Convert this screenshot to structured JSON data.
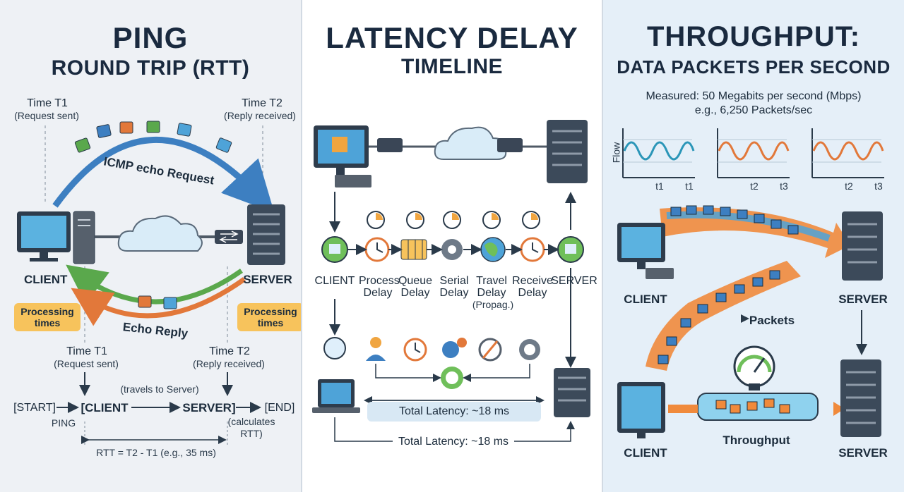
{
  "ping": {
    "title": "PING",
    "subtitle": "ROUND TRIP (RTT)",
    "time_t1_top": "Time T1",
    "time_t1_top_note": "(Request sent)",
    "time_t2_top": "Time T2",
    "time_t2_top_note": "(Reply received)",
    "request_label": "ICMP echo Request",
    "reply_label": "Echo Reply",
    "client": "CLIENT",
    "server": "SERVER",
    "processing_left": "Processing times",
    "processing_right": "Processing times",
    "time_t1_bottom": "Time T1",
    "time_t1_bottom_note": "(Request sent)",
    "time_t2_bottom": "Time T2",
    "time_t2_bottom_note": "(Reply received)",
    "travels_note": "(travels to Server)",
    "flow_start": "[START]",
    "flow_client": "[CLIENT",
    "flow_server": "SERVER]",
    "flow_end": "[END]",
    "ping_label": "PING",
    "calculates_note": "(calculates RTT)",
    "rtt_formula": "RTT = T2 - T1 (e.g., 35 ms)"
  },
  "latency": {
    "title": "LATENCY DELAY",
    "subtitle": "TIMELINE",
    "stages": [
      "CLIENT",
      "Process Delay",
      "Queue Delay",
      "Serial Delay",
      "Travel Delay",
      "Receive Delay",
      "SERVER"
    ],
    "travel_note": "(Propag.)",
    "total_inner": "Total Latency: ~18 ms",
    "total_outer": "Total Latency: ~18 ms"
  },
  "throughput": {
    "title": "THROUGHPUT:",
    "subtitle": "DATA PACKETS PER SECOND",
    "measured": "Measured: 50 Megabits per second (Mbps)",
    "example": "e.g., 6,250 Packets/sec",
    "flow_axis": "Flow",
    "chart1_ticks": [
      "t1",
      "t1"
    ],
    "chart2_ticks": [
      "t2",
      "t3"
    ],
    "chart3_ticks": [
      "t2",
      "t3"
    ],
    "client_top": "CLIENT",
    "server_top": "SERVER",
    "packets_label": "Packets",
    "client_bottom": "CLIENT",
    "throughput_label": "Throughput",
    "server_bottom": "SERVER"
  },
  "colors": {
    "request_arrow": "#3d7fc1",
    "reply_green": "#5aa84c",
    "reply_orange": "#e2783a",
    "processing": "#f7c35c",
    "wave_blue": "#2b96b8",
    "wave_orange": "#e2783a"
  }
}
